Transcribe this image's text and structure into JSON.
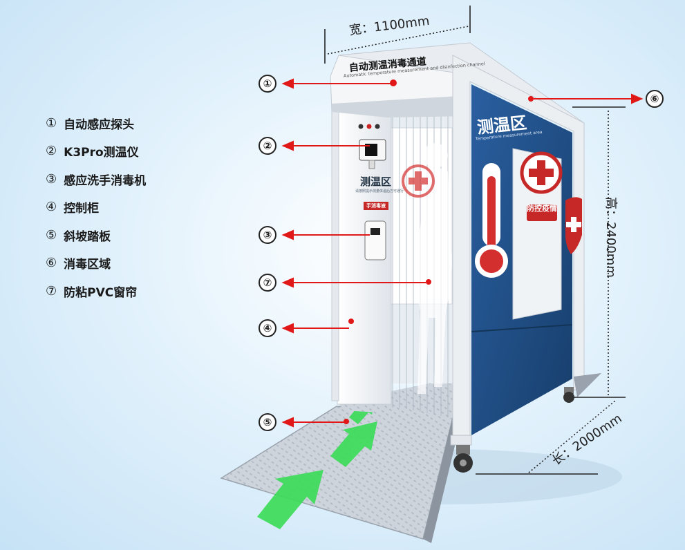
{
  "dimensions": {
    "width": "宽：1100mm",
    "height": "高：2400mm",
    "length": "长：2000mm"
  },
  "device": {
    "top_sign_cn": "自动测温消毒通道",
    "top_sign_en": "Automatic temperature measurement and disinfection channel",
    "zone_title": "测温区",
    "zone_subtitle": "Temperature measurement area",
    "left_zone_title": "测温区",
    "left_zone_subtitle": "请按照提示测量体温后方可通行",
    "red_tag": "手消毒液",
    "banner": "防控疫情"
  },
  "callouts": [
    "①",
    "②",
    "③",
    "⑦",
    "④",
    "⑤",
    "⑥"
  ],
  "legend": [
    {
      "num": "①",
      "label": "自动感应探头"
    },
    {
      "num": "②",
      "label": "K3Pro测温仪"
    },
    {
      "num": "③",
      "label": "感应洗手消毒机"
    },
    {
      "num": "④",
      "label": "控制柜"
    },
    {
      "num": "⑤",
      "label": "斜坡踏板"
    },
    {
      "num": "⑥",
      "label": "消毒区域"
    },
    {
      "num": "⑦",
      "label": "防粘PVC窗帘"
    }
  ],
  "colors": {
    "frame": "#f2f4f6",
    "panel_blue": "#1f4f85",
    "arrow_red": "#e01818",
    "step_green": "#3ddc5a",
    "ramp": "#c7ced6"
  }
}
